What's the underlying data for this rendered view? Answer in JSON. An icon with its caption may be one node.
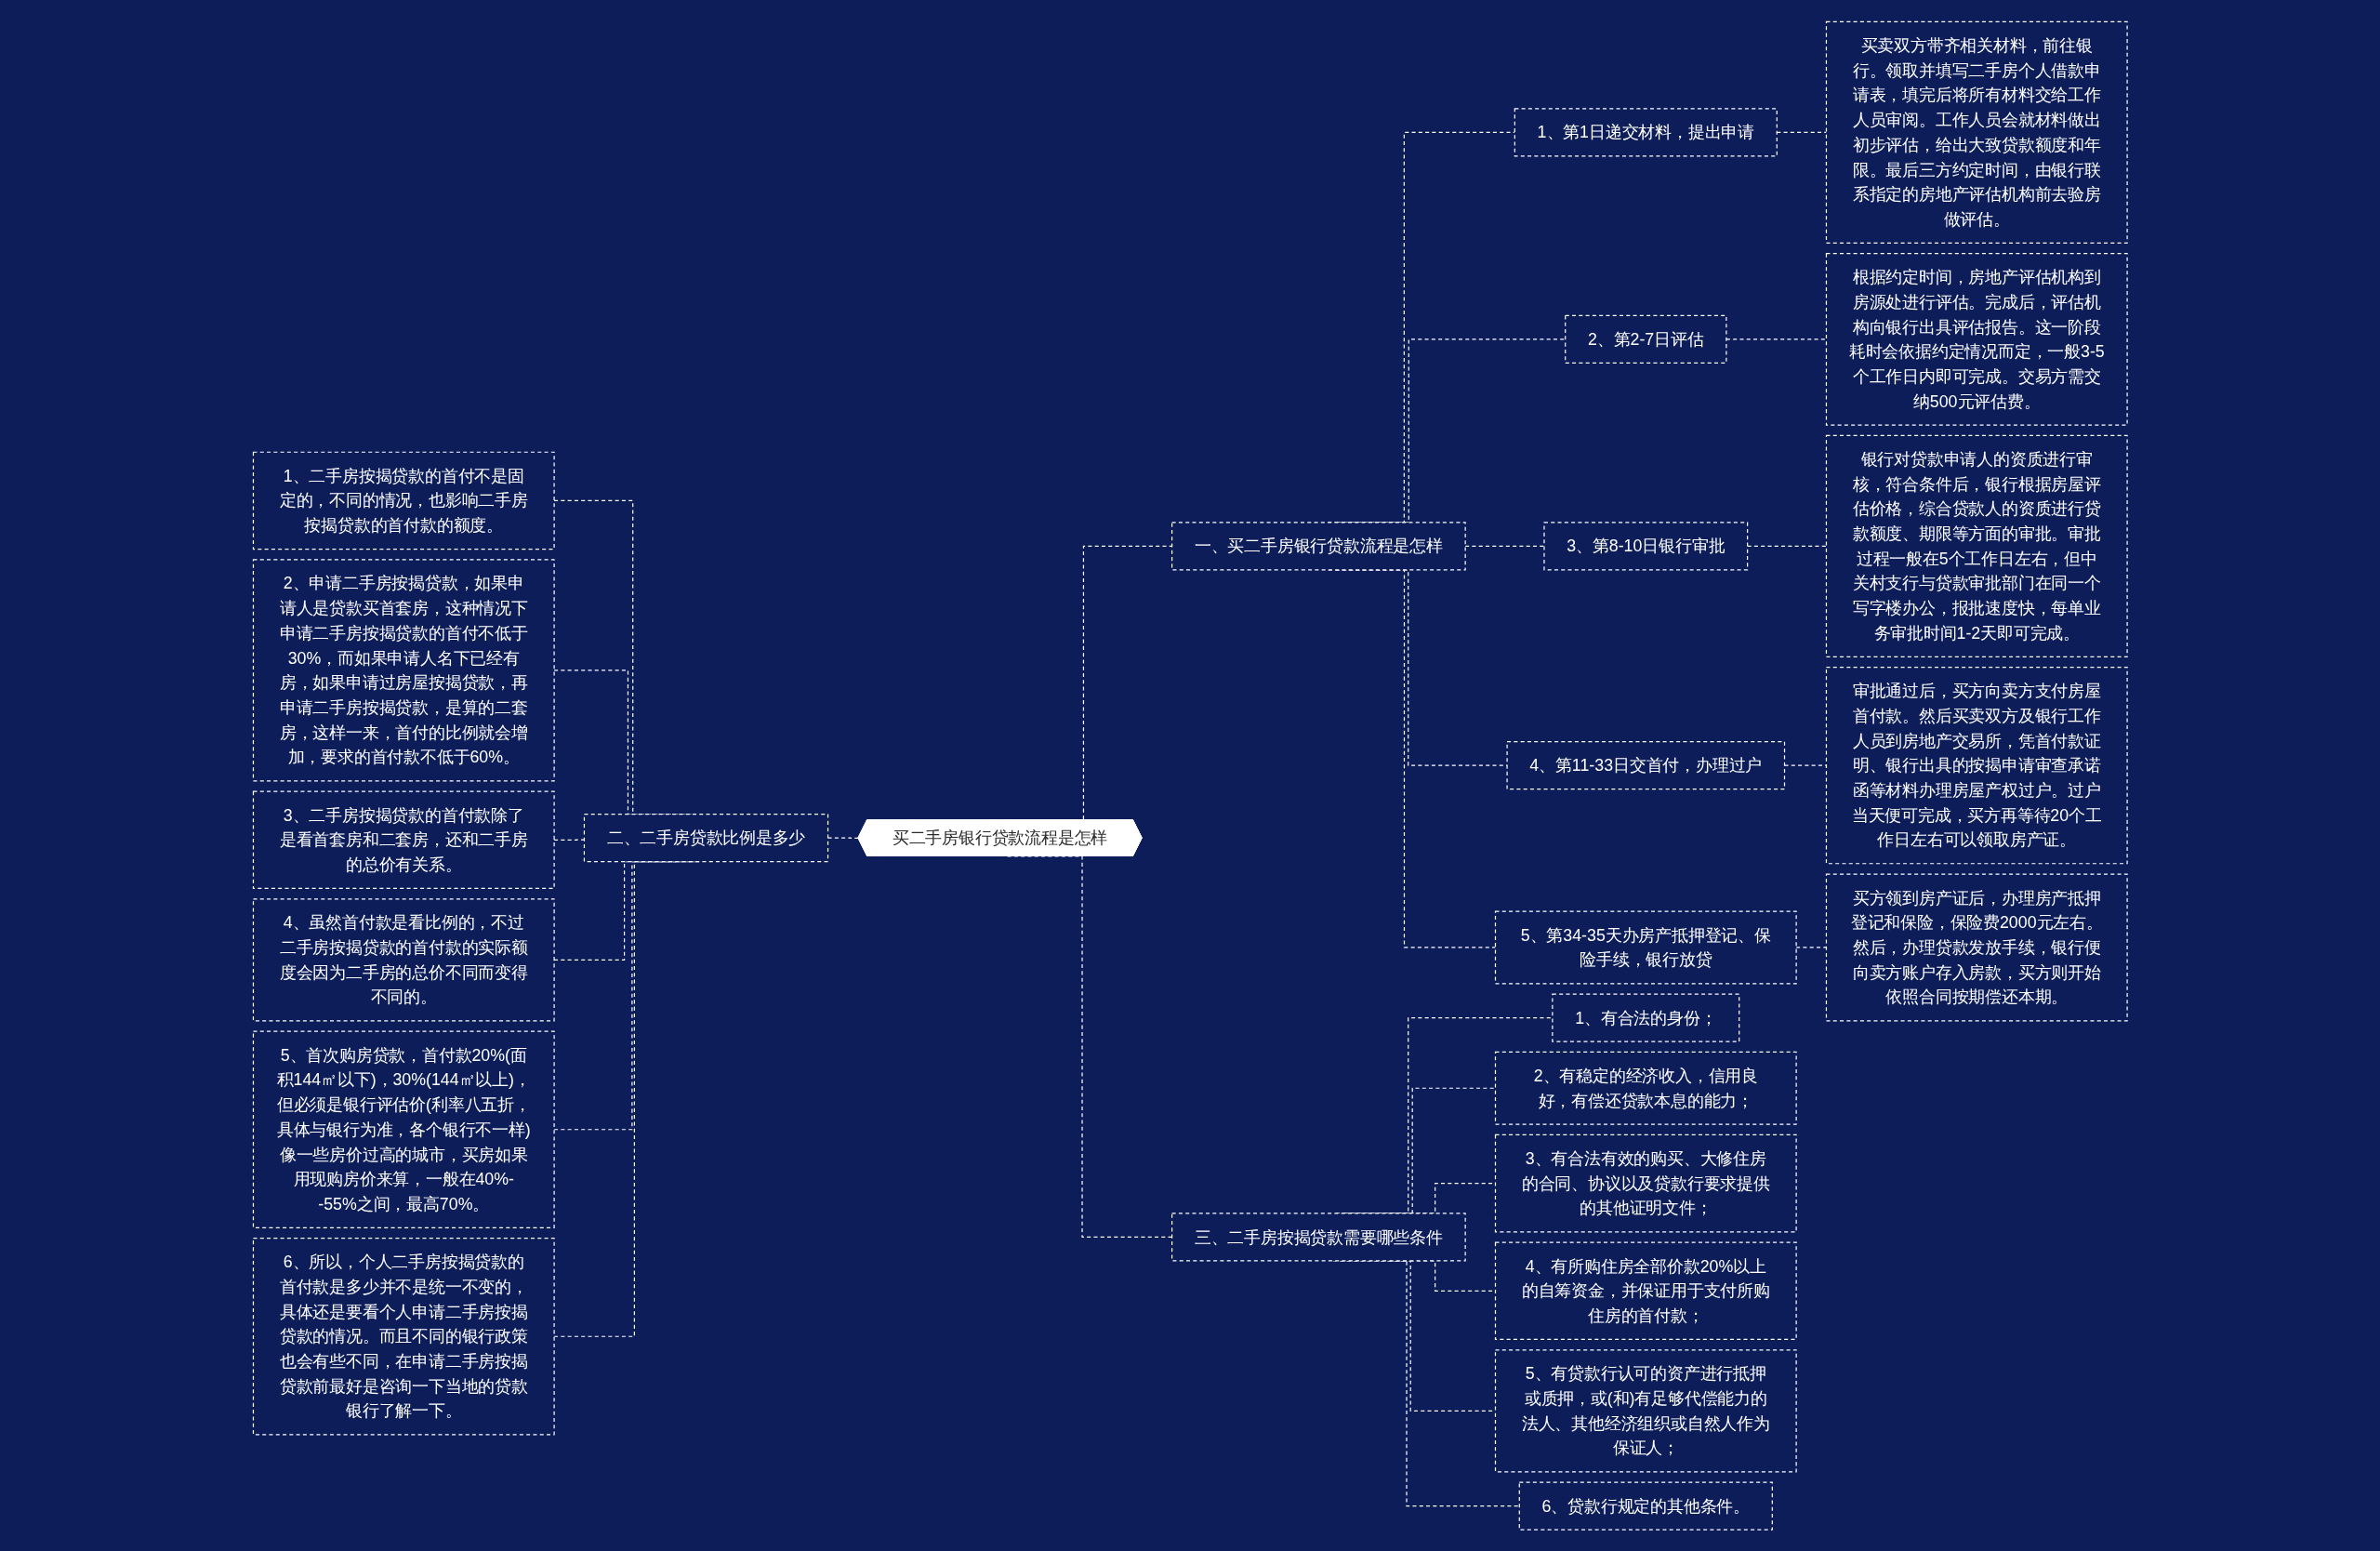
{
  "diagram": {
    "nodes": [
      {
        "text": [
          "买二手房银行贷款流程是怎样"
        ]
      },
      {
        "text": [
          "一、买二手房银行贷款流程是怎样"
        ]
      },
      {
        "text": [
          "1、第1日递交材料，提出申请"
        ]
      },
      {
        "text": [
          "买卖双方带齐相关材料，前往银行。领取并填写二手房个人借款申请表，填完后将所有材料交给工作人员审阅。工作人员会就材料做出初步评估，给出大致贷款额度和年限。最后三方约定时间，由银行联系指定的房地产评估机构前去验房做评估。"
        ]
      },
      {
        "text": [
          "2、第2-7日评估"
        ]
      },
      {
        "text": [
          "根据约定时间，房地产评估机构到房源处进行评估。完成后，评估机构向银行出具评估报告。这一阶段耗时会依据约定情况而定，一般3-5个工作日内即可完成。交易方需交纳500元评估费。"
        ]
      },
      {
        "text": [
          "3、第8-10日银行审批"
        ]
      },
      {
        "text": [
          "银行对贷款申请人的资质进行审核，符合条件后，银行根据房屋评估价格，综合贷款人的资质进行贷款额度、期限等方面的审批。审批过程一般在5个工作日左右，但中关村支行与贷款审批部门在同一个写字楼办公，报批速度快，每单业务审批时间1-2天即可完成。"
        ]
      },
      {
        "text": [
          "4、第11-33日交首付，办理过户"
        ]
      },
      {
        "text": [
          "审批通过后，买方向卖方支付房屋首付款。然后买卖双方及银行工作人员到房地产交易所，凭首付款证明、银行出具的按揭申请审查承诺函等材料办理房屋产权过户。过户当天便可完成，买方再等待20个工作日左右可以领取房产证。"
        ]
      },
      {
        "text": [
          "5、第34-35天办房产抵押登记、保险手续，银行放贷"
        ]
      },
      {
        "text": [
          "买方领到房产证后，办理房产抵押登记和保险，保险费2000元左右。然后，办理贷款发放手续，银行便向卖方账户存入房款，买方则开始依照合同按期偿还本期。"
        ]
      },
      {
        "text": [
          "二、二手房贷款比例是多少"
        ]
      },
      {
        "text": [
          "1、二手房按揭贷款的首付不是固定的，不同的情况，也影响二手房按揭贷款的首付款的额度。"
        ]
      },
      {
        "text": [
          "2、申请二手房按揭贷款，如果申请人是贷款买首套房，这种情况下申请二手房按揭贷款的首付不低于30%，而如果申请人名下已经有房，如果申请过房屋按揭贷款，再申请二手房按揭贷款，是算的二套房，这样一来，首付的比例就会增加，要求的首付款不低于60%。"
        ]
      },
      {
        "text": [
          "3、二手房按揭贷款的首付款除了是看首套房和二套房，还和二手房的总价有关系。"
        ]
      },
      {
        "text": [
          "4、虽然首付款是看比例的，不过二手房按揭贷款的首付款的实际额度会因为二手房的总价不同而变得不同的。"
        ]
      },
      {
        "text": [
          "5、首次购房贷款，首付款20%(面积144㎡以下)，30%(144㎡以上)，但必须是银行评估价(利率八五折，具体与银行为准，各个银行不一样)像一些房价过高的城市，买房如果用现购房价来算，一般在40%--55%之间，最高70%。"
        ]
      },
      {
        "text": [
          "6、所以，个人二手房按揭贷款的首付款是多少并不是统一不变的，具体还是要看个人申请二手房按揭贷款的情况。而且不同的银行政策也会有些不同，在申请二手房按揭贷款前最好是咨询一下当地的贷款银行了解一下。"
        ]
      },
      {
        "text": [
          "三、二手房按揭贷款需要哪些条件"
        ]
      },
      {
        "text": [
          "1、有合法的身份；"
        ]
      },
      {
        "text": [
          "2、有稳定的经济收入，信用良好，有偿还贷款本息的能力；"
        ]
      },
      {
        "text": [
          "3、有合法有效的购买、大修住房的合同、协议以及贷款行要求提供的其他证明文件；"
        ]
      },
      {
        "text": [
          "4、有所购住房全部价款20%以上的自筹资金，并保证用于支付所购住房的首付款；"
        ]
      },
      {
        "text": [
          "5、有贷款行认可的资产进行抵押或质押，或(和)有足够代偿能力的法人、其他经济组织或自然人作为保证人；"
        ]
      },
      {
        "text": [
          "6、贷款行规定的其他条件。"
        ]
      }
    ],
    "edges": [
      {
        "from": 0,
        "to": 1,
        "arrow": "none"
      },
      {
        "from": 1,
        "to": 2,
        "arrow": "none"
      },
      {
        "from": 2,
        "to": 3,
        "arrow": "none"
      },
      {
        "from": 1,
        "to": 4,
        "arrow": "none"
      },
      {
        "from": 4,
        "to": 5,
        "arrow": "none"
      },
      {
        "from": 1,
        "to": 6,
        "arrow": "none"
      },
      {
        "from": 6,
        "to": 7,
        "arrow": "none"
      },
      {
        "from": 1,
        "to": 8,
        "arrow": "none"
      },
      {
        "from": 8,
        "to": 9,
        "arrow": "none"
      },
      {
        "from": 1,
        "to": 10,
        "arrow": "none"
      },
      {
        "from": 10,
        "to": 11,
        "arrow": "none"
      },
      {
        "from": 0,
        "to": 12,
        "arrow": "none"
      },
      {
        "from": 12,
        "to": 13,
        "arrow": "none"
      },
      {
        "from": 12,
        "to": 14,
        "arrow": "none"
      },
      {
        "from": 12,
        "to": 15,
        "arrow": "none"
      },
      {
        "from": 12,
        "to": 16,
        "arrow": "none"
      },
      {
        "from": 12,
        "to": 17,
        "arrow": "none"
      },
      {
        "from": 12,
        "to": 18,
        "arrow": "none"
      },
      {
        "from": 0,
        "to": 19,
        "arrow": "none"
      },
      {
        "from": 19,
        "to": 20,
        "arrow": "none"
      },
      {
        "from": 19,
        "to": 21,
        "arrow": "none"
      },
      {
        "from": 19,
        "to": 22,
        "arrow": "none"
      },
      {
        "from": 19,
        "to": 23,
        "arrow": "none"
      },
      {
        "from": 19,
        "to": 24,
        "arrow": "none"
      },
      {
        "from": 19,
        "to": 25,
        "arrow": "none"
      }
    ]
  }
}
